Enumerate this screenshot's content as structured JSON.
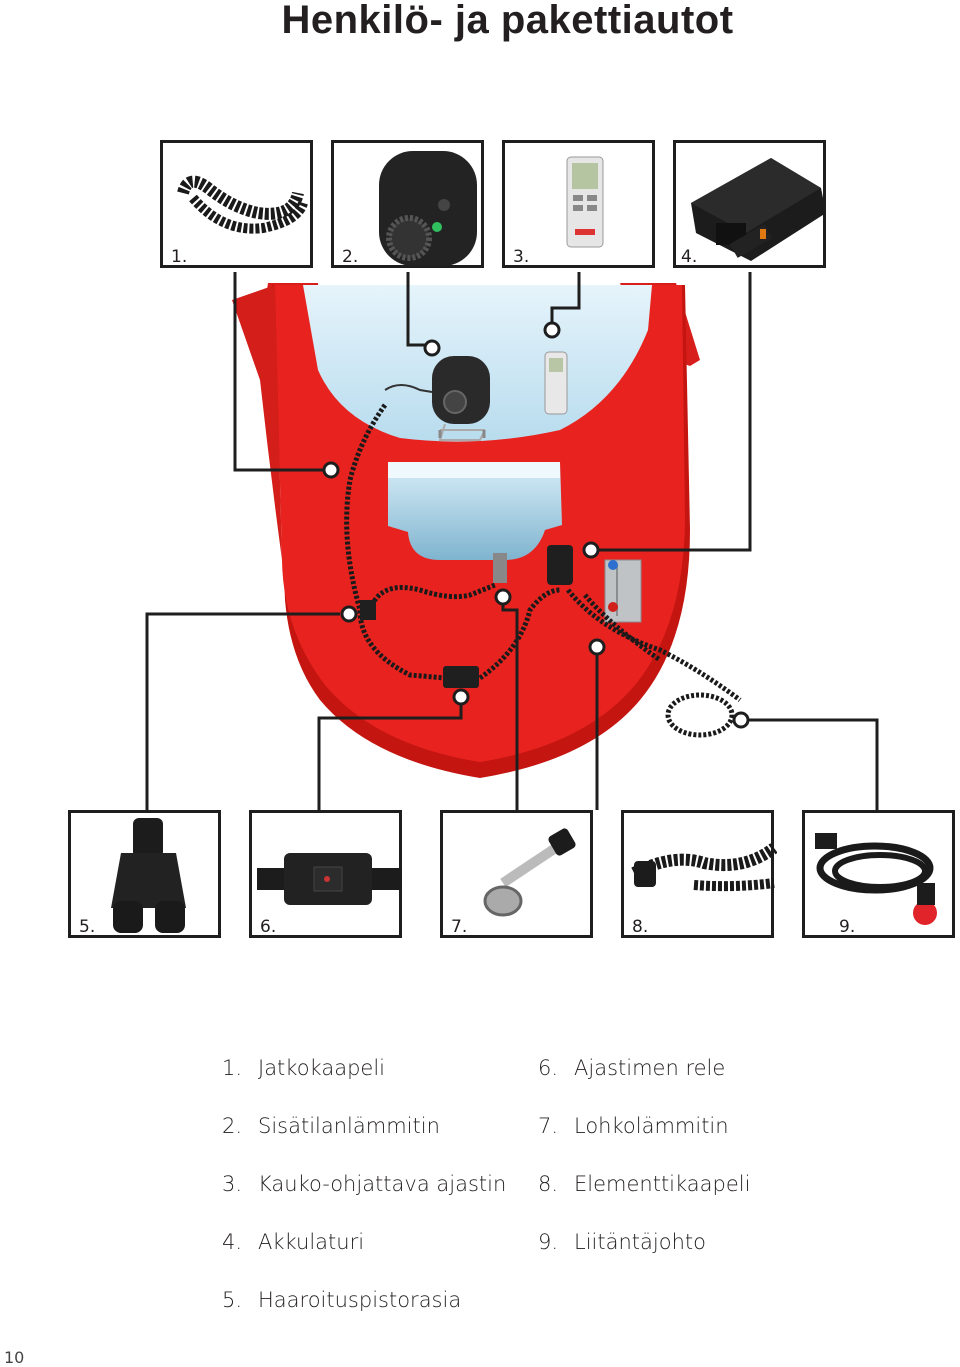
{
  "title": "Henkilö- ja pakettiautot",
  "page_number": "10",
  "colors": {
    "car_body": "#e8231f",
    "windshield": "#c9e6f4",
    "line": "#1e1e1e",
    "box_border": "#1e1e1e"
  },
  "parts": [
    {
      "num": "1.",
      "label": "Jatkokaapeli",
      "icon": "extension-cable-icon"
    },
    {
      "num": "2.",
      "label": "Sisätilanlämmitin",
      "icon": "interior-heater-icon"
    },
    {
      "num": "3.",
      "label": "Kauko-ohjattava ajastin",
      "icon": "remote-timer-icon"
    },
    {
      "num": "4.",
      "label": "Akkulaturi",
      "icon": "battery-charger-icon"
    },
    {
      "num": "5.",
      "label": "Haaroituspistorasia",
      "icon": "branch-socket-icon"
    },
    {
      "num": "6.",
      "label": "Ajastimen rele",
      "icon": "timer-relay-icon"
    },
    {
      "num": "7.",
      "label": "Lohkolämmitin",
      "icon": "block-heater-icon"
    },
    {
      "num": "8.",
      "label": "Elementtikaapeli",
      "icon": "element-cable-icon"
    },
    {
      "num": "9.",
      "label": "Liitäntäjohto",
      "icon": "connection-cord-icon"
    }
  ]
}
